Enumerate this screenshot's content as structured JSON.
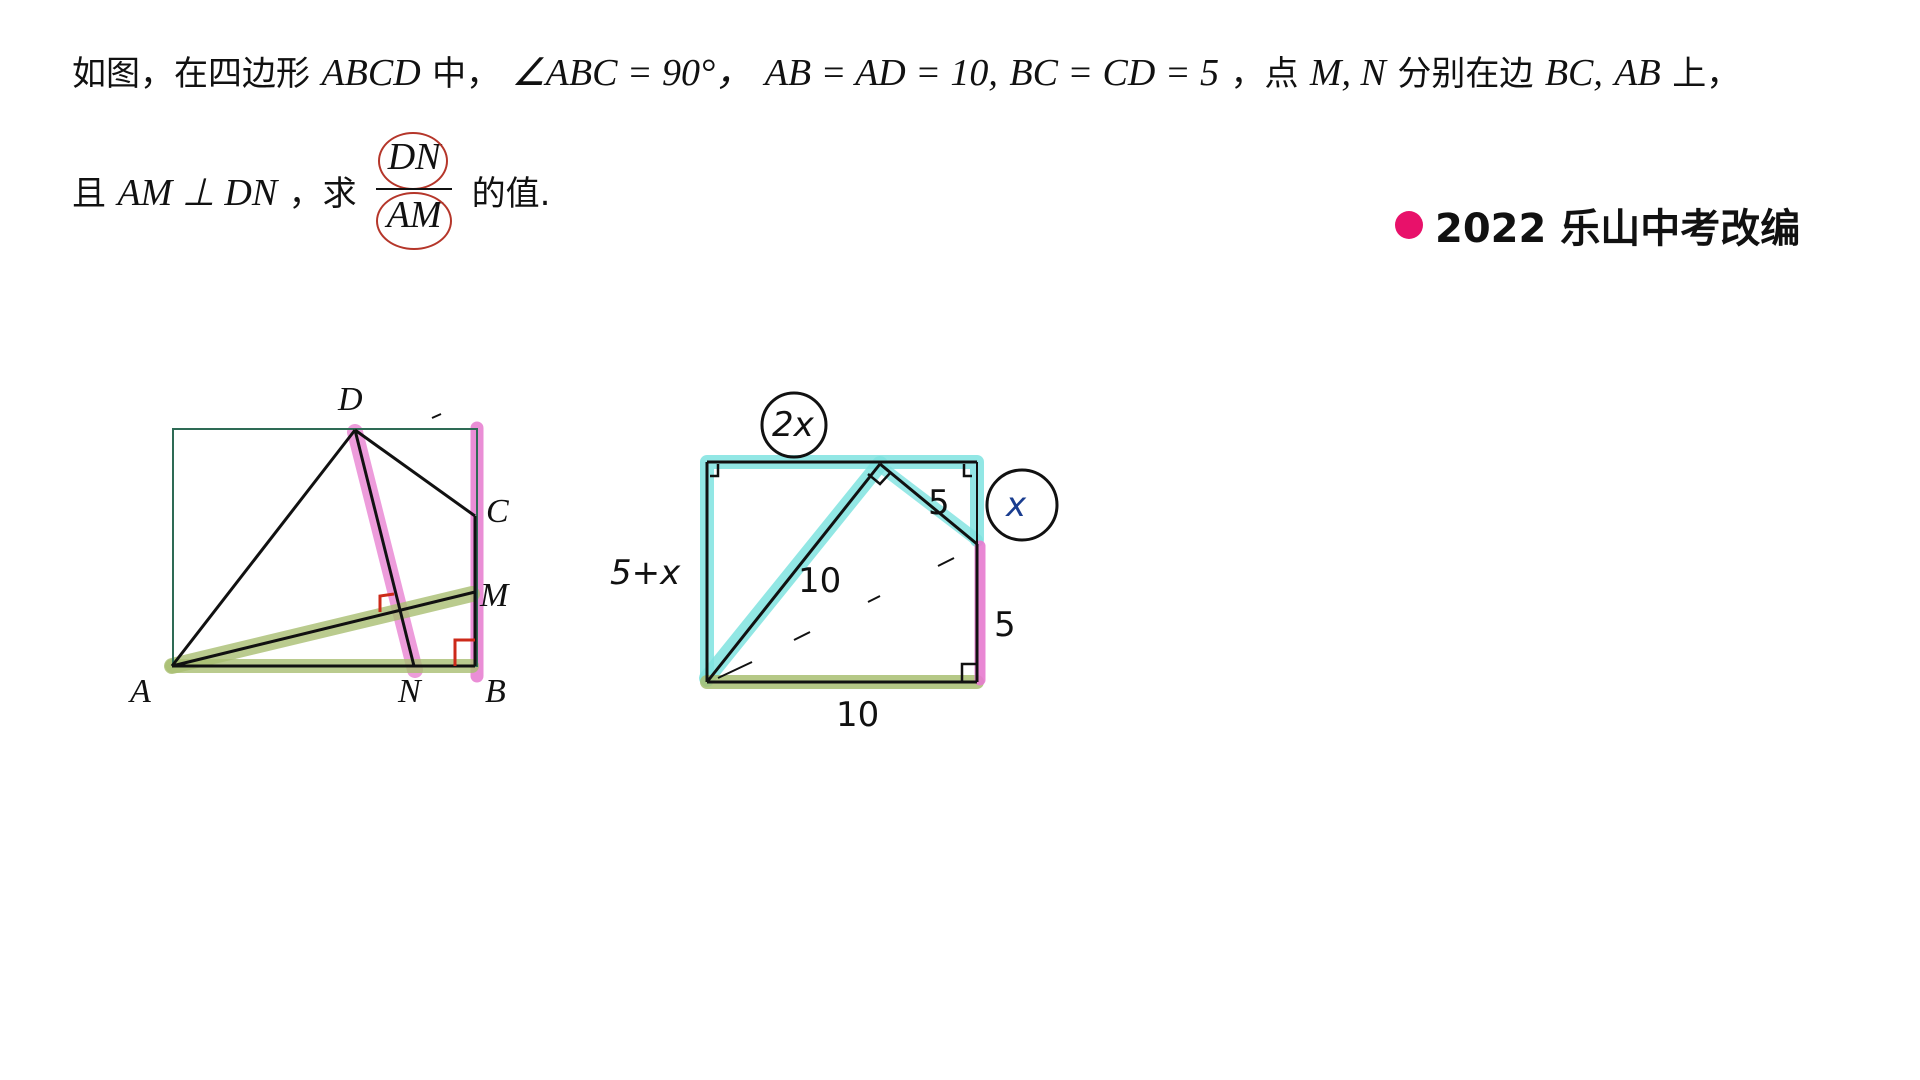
{
  "problem": {
    "l1_a": "如图，在四边形",
    "l1_abcd": "ABCD",
    "l1_b": "中，",
    "l1_angle": "∠ABC = 90°，",
    "l1_ab": "AB = AD = 10,",
    "l1_bc": "BC = CD = 5",
    "l1_c": "，点",
    "l1_mn": "M, N",
    "l1_d": "分别在边",
    "l1_bc2": "BC,",
    "l1_ab2": "AB",
    "l1_e": "上，",
    "l2_a": "且",
    "l2_perp": "AM ⊥ DN",
    "l2_b": "，求",
    "frac_num": "DN",
    "frac_den": "AM",
    "l2_c": "的值."
  },
  "source": {
    "text": "2022 乐山中考改编",
    "dot_color": "#e8116a"
  },
  "figure1": {
    "labels": {
      "D": "D",
      "C": "C",
      "M": "M",
      "A": "A",
      "N": "N",
      "B": "B"
    }
  },
  "figure2": {
    "labels": {
      "top": "2x",
      "left": "5+x",
      "diag": "10",
      "slant": "5",
      "corner": "x",
      "right": "5",
      "bottom": "10"
    }
  },
  "colors": {
    "highlight_pink": "#e77bd0",
    "highlight_green": "#a9bf72",
    "highlight_cyan": "#7fe3e0",
    "right_angle_red": "#cc2a1a",
    "circle_blue": "#1a3d8f"
  }
}
